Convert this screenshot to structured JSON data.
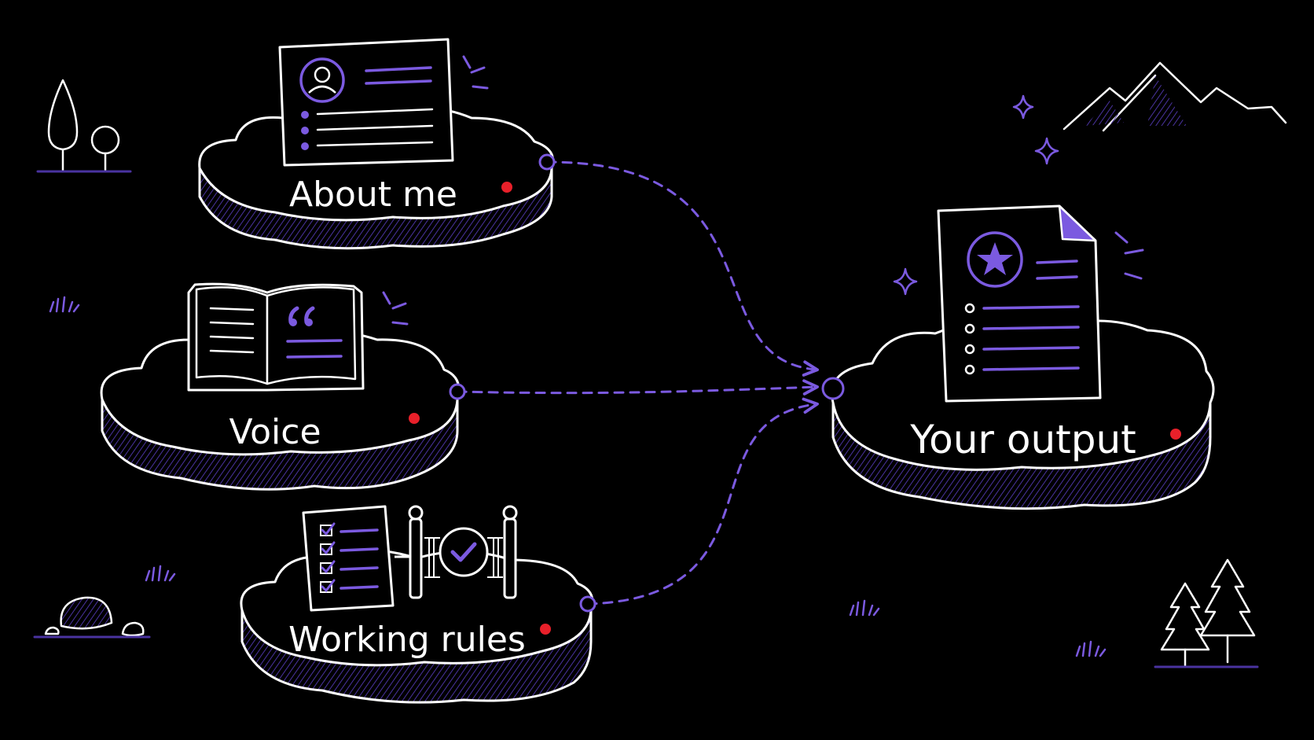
{
  "colors": {
    "background": "#000000",
    "line": "#ffffff",
    "accent": "#7b5ae0",
    "hatch": "#4a33a0",
    "marker": "#e8202a"
  },
  "nodes": {
    "about": {
      "label": "About me",
      "icon": "profile-card-icon"
    },
    "voice": {
      "label": "Voice",
      "icon": "open-book-quote-icon"
    },
    "rules": {
      "label": "Working rules",
      "icon": "checklist-gate-icon"
    },
    "output": {
      "label": "Your output",
      "icon": "star-document-icon"
    }
  },
  "connections": [
    {
      "from": "about",
      "to": "output"
    },
    {
      "from": "voice",
      "to": "output"
    },
    {
      "from": "rules",
      "to": "output"
    }
  ],
  "decorations": [
    "tree-icon",
    "mountains-icon",
    "sparkle-icon",
    "grass-icon",
    "rocks-icon",
    "pine-trees-icon"
  ]
}
